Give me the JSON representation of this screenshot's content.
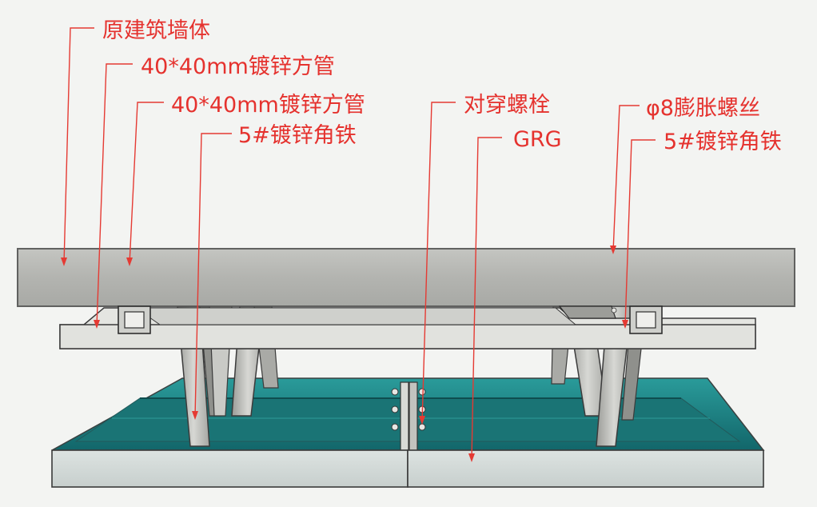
{
  "labels": {
    "original_wall": "原建筑墙体",
    "square_tube_1": "40*40mm镀锌方管",
    "square_tube_2": "40*40mm镀锌方管",
    "angle_iron_left": "5#镀锌角铁",
    "through_bolt": "对穿螺栓",
    "grg": "GRG",
    "expansion_bolt": "φ8膨胀螺丝",
    "angle_iron_right": "5#镀锌角铁"
  },
  "colors": {
    "label_red": "#e5322e",
    "concrete": "#b9bab6",
    "teal_board": "#1d7f80",
    "grg_panel": "#d3dad8",
    "steel": "#cfcfcb"
  }
}
